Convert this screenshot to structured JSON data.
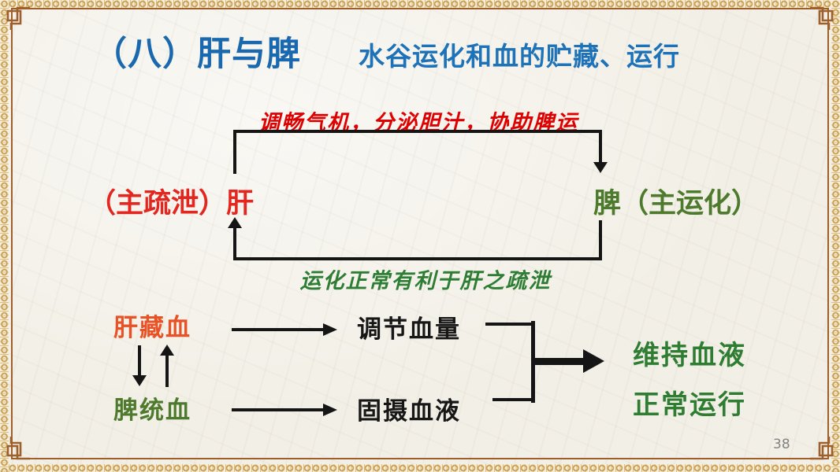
{
  "slide": {
    "title": "（八）肝与脾",
    "subtitle": "水谷运化和血的贮藏、运行",
    "page_number": "38"
  },
  "loop_diagram": {
    "top_arrow_label": "调畅气机，分泌胆汁，协助脾运",
    "left_node": "（主疏泄）肝",
    "right_node": "脾（主运化）",
    "bottom_arrow_label": "运化正常有利于肝之疏泄"
  },
  "blood_diagram": {
    "liver_role": "肝藏血",
    "liver_effect": "调节血量",
    "spleen_role": "脾统血",
    "spleen_effect": "固摄血液",
    "outcome_line1": "维持血液",
    "outcome_line2": "正常运行"
  },
  "colors": {
    "title_blue": "#1a69ae",
    "subtitle_blue": "#1d72b8",
    "loop_label_red": "#de0101",
    "liver_node_red": "#e3261f",
    "liver_role_orange_red": "#e75327",
    "spleen_olive_green": "#4d7a2c",
    "calligraphy_green": "#2e7d34",
    "outcome_green": "#2e7d32",
    "diagram_black": "#151515",
    "frame_brown": "#9e5f2b",
    "border_gold": "#c9a055",
    "background_cream": "#f2efe6",
    "page_number_gray": "#828282"
  }
}
